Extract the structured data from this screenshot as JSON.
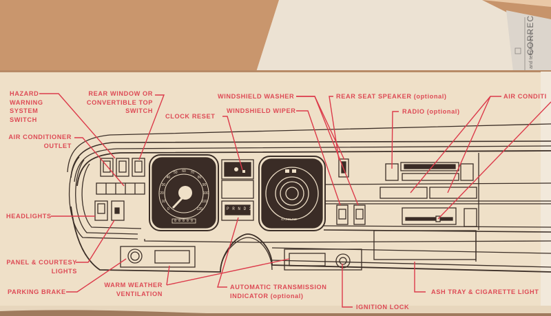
{
  "colors": {
    "label_red": "#dd4a55",
    "leader_red": "#dc3a4a",
    "ink": "#3b2e27",
    "paper": "#efe1c9",
    "wood": "#c9966c",
    "tissue": "#eee3d4",
    "gauge_face": "#3a2c26"
  },
  "background": {
    "corner_text": "CORREC",
    "corner_subtext": "and telephone no."
  },
  "labels": {
    "hazard": [
      "HAZARD",
      "WARNING",
      "SYSTEM",
      "SWITCH"
    ],
    "rear_window": [
      "REAR WINDOW OR",
      "CONVERTIBLE TOP",
      "SWITCH"
    ],
    "air_outlet": [
      "AIR CONDITIONER",
      "OUTLET"
    ],
    "clock_reset": "CLOCK RESET",
    "washer": "WINDSHIELD WASHER",
    "wiper": "WINDSHIELD WIPER",
    "rear_speaker": "REAR SEAT SPEAKER (optional)",
    "radio": "RADIO (optional)",
    "air_conditioner": "AIR CONDITI",
    "headlights": "HEADLIGHTS",
    "panel_courtesy": [
      "PANEL & COURTESY",
      "LIGHTS"
    ],
    "parking_brake": "PARKING BRAKE",
    "warm_weather": [
      "WARM WEATHER",
      "VENTILATION"
    ],
    "auto_trans": [
      "AUTOMATIC TRANSMISSION",
      "INDICATOR (optional)"
    ],
    "ignition": "IGNITION LOCK",
    "ash_tray": "ASH TRAY & CIGARETTE LIGHT"
  },
  "gauges": {
    "speedometer_ticks": [
      "0",
      "10",
      "20",
      "30",
      "40",
      "50",
      "60",
      "70",
      "80",
      "90",
      "100",
      "110",
      "120"
    ],
    "gear_indicator": "P R N D 2 1",
    "odometer": "0 0 0 0 0",
    "fuel_label": "GASOLINE"
  }
}
